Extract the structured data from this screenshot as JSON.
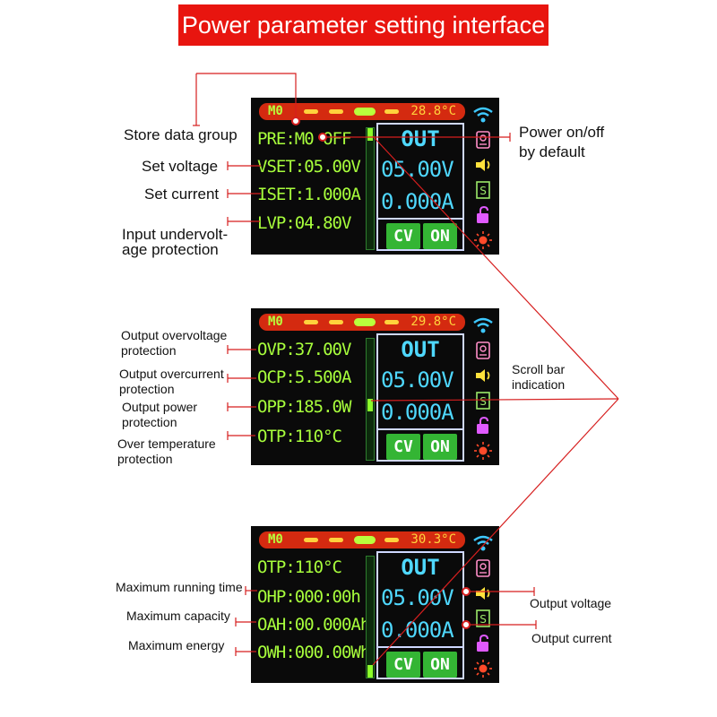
{
  "title": "Power parameter setting interface",
  "colors": {
    "banner": "#e8150f",
    "screen_bg": "#0a0a0a",
    "topbar": "#d42a10",
    "param_text": "#a8ff3c",
    "out_text": "#4fd8ff",
    "button": "#34b534",
    "pointer_line": "#d61f1f"
  },
  "screens": [
    {
      "mode": "M0",
      "temperature": "28.8°C",
      "params": [
        "PRE:M0 OFF",
        "VSET:05.00V",
        "ISET:1.000A",
        "LVP:04.80V"
      ],
      "scroll_position": 0.0,
      "out_label": "OUT",
      "voltage": "05.00V",
      "current": "0.000A",
      "cv_label": "CV",
      "on_label": "ON"
    },
    {
      "mode": "M0",
      "temperature": "29.8°C",
      "params": [
        "OVP:37.00V",
        "OCP:5.500A",
        "OPP:185.0W",
        "OTP:110°C"
      ],
      "scroll_position": 0.55,
      "out_label": "OUT",
      "voltage": "05.00V",
      "current": "0.000A",
      "cv_label": "CV",
      "on_label": "ON"
    },
    {
      "mode": "M0",
      "temperature": "30.3°C",
      "params": [
        "OTP:110°C",
        "OHP:000:00h",
        "OAH:00.000Ah",
        "OWH:000.00Wh"
      ],
      "scroll_position": 1.0,
      "out_label": "OUT",
      "voltage": "05.00V",
      "current": "0.000A",
      "cv_label": "CV",
      "on_label": "ON"
    }
  ],
  "icons": [
    "wifi-icon",
    "memory-card-icon",
    "speaker-icon",
    "s-box-icon",
    "lock-icon",
    "sun-icon"
  ],
  "labels": {
    "store_data_group": "Store data group",
    "set_voltage": "Set voltage",
    "set_current": "Set current",
    "input_undervoltage_1": "Input undervolt-",
    "input_undervoltage_2": "age protection",
    "power_on_off_1": "Power on/off",
    "power_on_off_2": "by default",
    "ovp_1": "Output overvoltage",
    "ovp_2": "protection",
    "ocp_1": "Output overcurrent",
    "ocp_2": "protection",
    "opp_1": "Output power",
    "opp_2": "protection",
    "otp_1": "Over temperature",
    "otp_2": "protection",
    "scroll_1": "Scroll bar",
    "scroll_2": "indication",
    "max_time": "Maximum running time",
    "max_capacity": "Maximum capacity",
    "max_energy": "Maximum energy",
    "output_voltage": "Output voltage",
    "output_current": "Output current"
  }
}
